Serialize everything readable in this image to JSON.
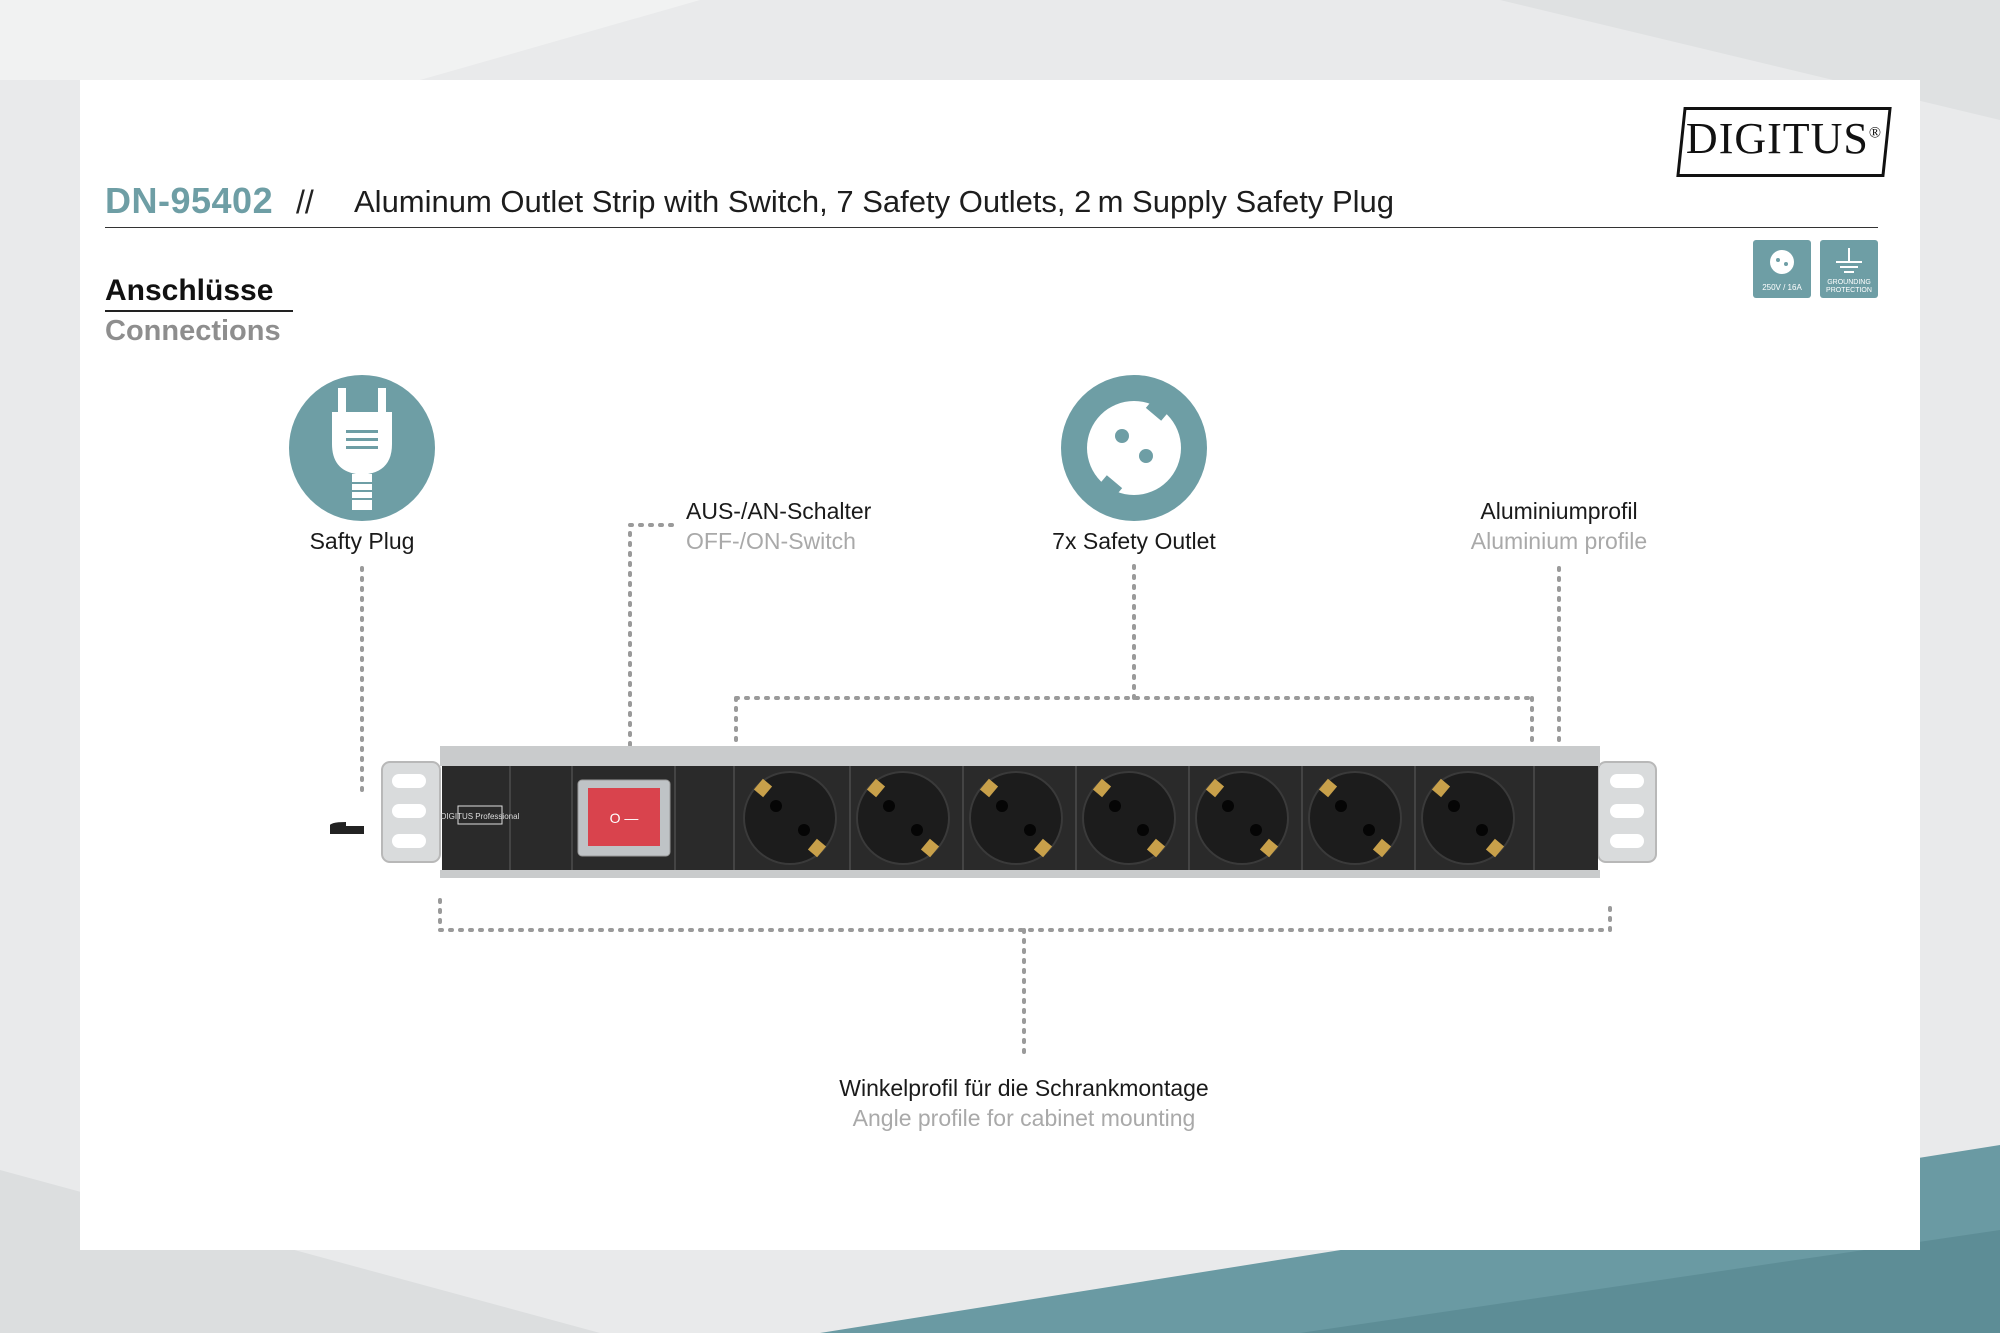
{
  "header": {
    "product_code": "DN-95402",
    "separator": "//",
    "title": "Aluminum Outlet Strip with Switch, 7 Safety Outlets, 2 m Supply Safety Plug"
  },
  "brand": {
    "logo_text": "DIGITUS",
    "registered_mark": "®",
    "panel_label": "DIGITUS Professional"
  },
  "badges": [
    {
      "icon": "socket-icon",
      "label": "250V / 16A"
    },
    {
      "icon": "grounding-icon",
      "label": "GROUNDING PROTECTION"
    }
  ],
  "section": {
    "title_de": "Anschlüsse",
    "title_en": "Connections"
  },
  "callouts": {
    "plug": {
      "label": "Safty Plug",
      "icon": "plug-icon"
    },
    "switch": {
      "label_de": "AUS-/AN-Schalter",
      "label_en": "OFF-/ON-Switch"
    },
    "outlet": {
      "label": "7x Safety Outlet",
      "icon": "socket-icon"
    },
    "profile": {
      "label_de": "Aluminiumprofil",
      "label_en": "Aluminium profile"
    },
    "mounting": {
      "label_de": "Winkelprofil für die Schrankmontage",
      "label_en": "Angle profile for cabinet mounting"
    }
  },
  "product": {
    "outlet_count": 7,
    "switch_symbols": "O —"
  },
  "colors": {
    "accent": "#6e9ea5",
    "strip_body": "#2a2a2a",
    "switch_red": "#d9434d",
    "brass": "#c8a04a"
  }
}
